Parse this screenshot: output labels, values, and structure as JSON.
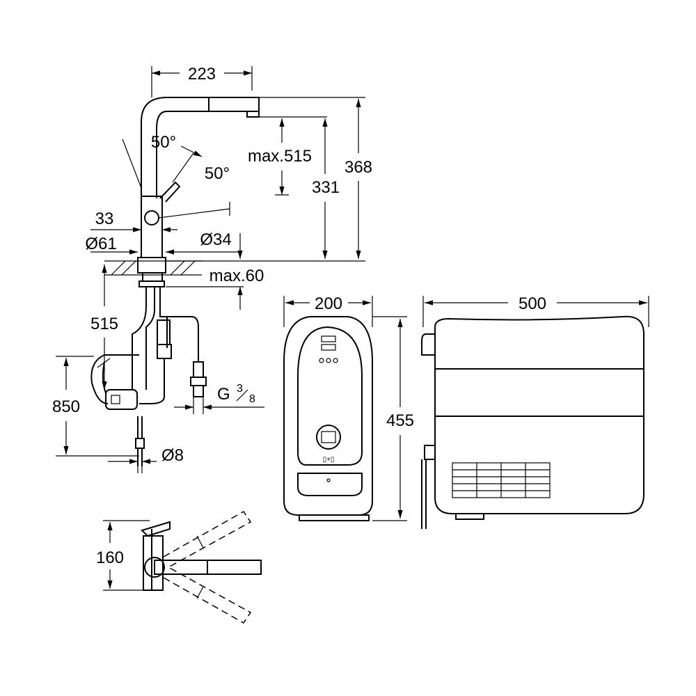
{
  "dimensions": {
    "width_223": "223",
    "angle_left": "50°",
    "angle_right": "50°",
    "max_515": "max.515",
    "height_331": "331",
    "height_368": "368",
    "width_33": "33",
    "dia_61": "Ø61",
    "dia_34": "Ø34",
    "max_60": "max.60",
    "hose_515": "515",
    "height_850": "850",
    "thread_g": "G",
    "thread_num": "3",
    "thread_den": "8",
    "dia_8": "Ø8",
    "width_200": "200",
    "height_455": "455",
    "width_500": "500",
    "height_160": "160"
  }
}
